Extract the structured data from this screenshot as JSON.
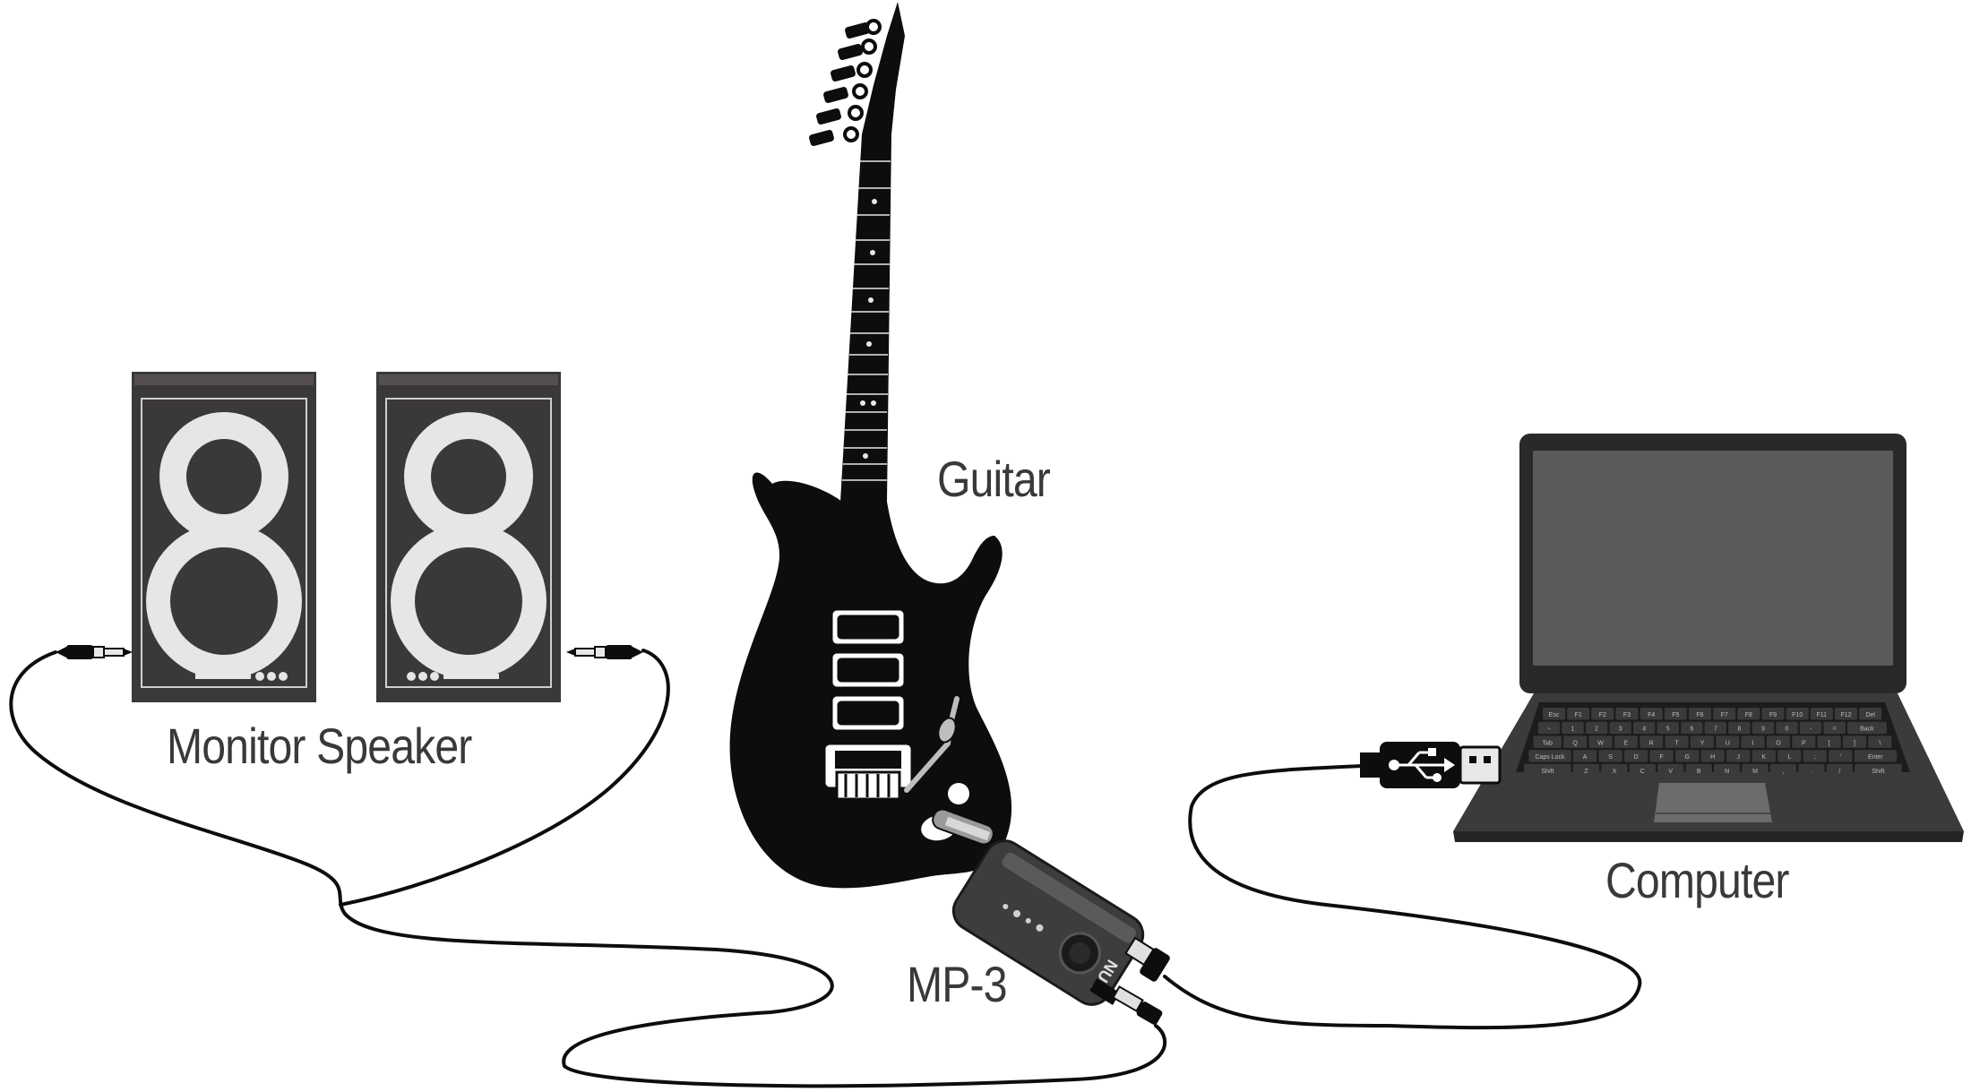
{
  "labels": {
    "guitar": "Guitar",
    "monitor_speaker": "Monitor Speaker",
    "computer": "Computer",
    "mp3": "MP-3"
  },
  "device": {
    "brand": "NUX"
  },
  "keyboard_rows": [
    [
      "Esc",
      "F1",
      "F2",
      "F3",
      "F4",
      "F5",
      "F6",
      "F7",
      "F8",
      "F9",
      "F10",
      "F11",
      "F12",
      "Del"
    ],
    [
      "~",
      "1",
      "2",
      "3",
      "4",
      "5",
      "6",
      "7",
      "8",
      "9",
      "0",
      "-",
      "=",
      "Back"
    ],
    [
      "Tab",
      "Q",
      "W",
      "E",
      "R",
      "T",
      "Y",
      "U",
      "I",
      "O",
      "P",
      "[",
      "]",
      "\\"
    ],
    [
      "Caps Lock",
      "A",
      "S",
      "D",
      "F",
      "G",
      "H",
      "J",
      "K",
      "L",
      ";",
      "'",
      "Enter"
    ],
    [
      "Shift",
      "Z",
      "X",
      "C",
      "V",
      "B",
      "N",
      "M",
      ",",
      ".",
      "/",
      "Shift"
    ]
  ],
  "colors": {
    "ink": "#0d0d0d",
    "cabinet": "#3b3838",
    "label": "#3a3838",
    "screen": "#5b5b5b",
    "laptop_body": "#3c3a3a"
  },
  "icons": {
    "usb": "usb-icon",
    "headphone_jack": "headphone-jack-icon"
  }
}
